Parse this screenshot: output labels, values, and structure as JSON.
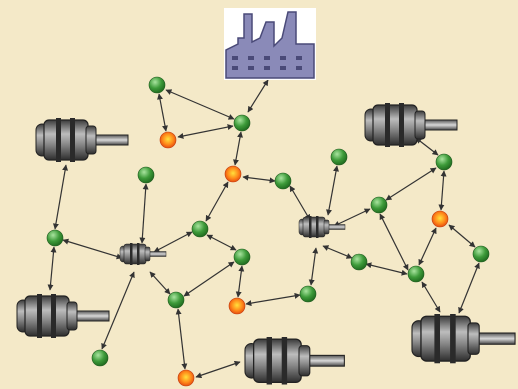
{
  "diagram": {
    "background": "#f4e9c8",
    "edge_color": "#333333",
    "node_colors": {
      "green": "#3e9b3a",
      "green_highlight": "#a9e49f",
      "orange": "#f05a12",
      "orange_highlight": "#ffe03c"
    },
    "factory": {
      "icon": "factory-icon",
      "fill": "#8a8ab8",
      "sky": "#ffffff"
    },
    "motor": {
      "icon": "motor-icon",
      "body": "#7a7a7a",
      "dark": "#2a2a2a"
    },
    "nodes": [
      {
        "id": "g1",
        "kind": "green"
      },
      {
        "id": "o1",
        "kind": "orange"
      },
      {
        "id": "g2",
        "kind": "green"
      },
      {
        "id": "o2",
        "kind": "orange"
      },
      {
        "id": "g3",
        "kind": "green"
      },
      {
        "id": "g4",
        "kind": "green"
      },
      {
        "id": "g5",
        "kind": "green"
      },
      {
        "id": "g6",
        "kind": "green"
      },
      {
        "id": "g7",
        "kind": "green"
      },
      {
        "id": "g8",
        "kind": "green"
      },
      {
        "id": "g9",
        "kind": "green"
      },
      {
        "id": "o3",
        "kind": "orange"
      },
      {
        "id": "g10",
        "kind": "green"
      },
      {
        "id": "g11",
        "kind": "green"
      },
      {
        "id": "g12",
        "kind": "green"
      },
      {
        "id": "o4",
        "kind": "orange"
      },
      {
        "id": "g13",
        "kind": "green"
      },
      {
        "id": "g14",
        "kind": "green"
      },
      {
        "id": "g15",
        "kind": "green"
      },
      {
        "id": "o5",
        "kind": "orange"
      },
      {
        "id": "g16",
        "kind": "green"
      },
      {
        "id": "g17",
        "kind": "green"
      },
      {
        "id": "g18",
        "kind": "green"
      }
    ],
    "motors": [
      {
        "id": "m1",
        "size": "large"
      },
      {
        "id": "m2",
        "size": "large"
      },
      {
        "id": "m3",
        "size": "large"
      },
      {
        "id": "m4",
        "size": "large"
      },
      {
        "id": "m5",
        "size": "large"
      },
      {
        "id": "m6",
        "size": "small"
      },
      {
        "id": "m7",
        "size": "small"
      }
    ],
    "edges": [
      [
        "factory",
        "g2"
      ],
      [
        "g1",
        "g2"
      ],
      [
        "g1",
        "o1"
      ],
      [
        "o1",
        "g2"
      ],
      [
        "g2",
        "o2"
      ],
      [
        "o2",
        "g3"
      ],
      [
        "o2",
        "g4"
      ],
      [
        "g3",
        "m6"
      ],
      [
        "g5",
        "m7"
      ],
      [
        "g4",
        "m7"
      ],
      [
        "g4",
        "g9"
      ],
      [
        "g9",
        "o3"
      ],
      [
        "g8",
        "m7"
      ],
      [
        "g7",
        "m7"
      ],
      [
        "g7",
        "g9"
      ],
      [
        "g7",
        "g6"
      ],
      [
        "g6",
        "m1"
      ],
      [
        "g6",
        "m2"
      ],
      [
        "g8",
        "o4"
      ],
      [
        "g8",
        "g11"
      ],
      [
        "g8",
        "g10"
      ],
      [
        "g10",
        "g9"
      ],
      [
        "g12",
        "o3"
      ],
      [
        "g11",
        "m6"
      ],
      [
        "g12",
        "m6"
      ],
      [
        "m6",
        "g13"
      ],
      [
        "g13",
        "g14"
      ],
      [
        "g14",
        "m3"
      ],
      [
        "g14",
        "o5"
      ],
      [
        "o5",
        "g16"
      ],
      [
        "o5",
        "g18"
      ],
      [
        "g13",
        "g16"
      ],
      [
        "g16",
        "g17"
      ],
      [
        "g17",
        "g18"
      ],
      [
        "g18",
        "m5"
      ],
      [
        "g16",
        "m5"
      ],
      [
        "g15",
        "m6"
      ],
      [
        "g10",
        "m8"
      ],
      [
        "o4",
        "m4"
      ]
    ]
  }
}
